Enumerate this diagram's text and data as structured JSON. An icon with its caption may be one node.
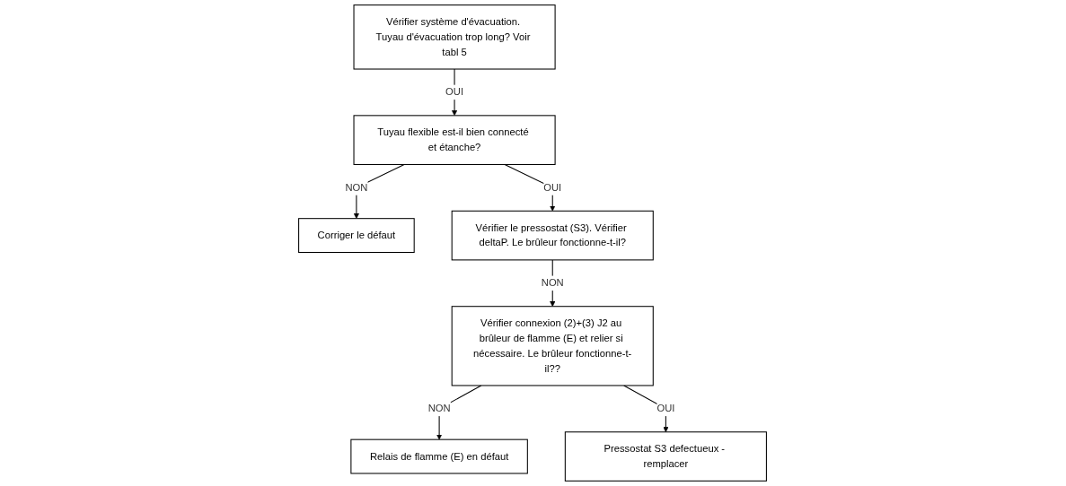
{
  "diagram": {
    "nodes": [
      {
        "text": [
          "Vérifier système d'évacuation. Tuyau d'évacuation trop long? Voir tabl 5"
        ]
      },
      {
        "text": [
          "Tuyau flexible est-il bien connecté et étanche?"
        ]
      },
      {
        "text": [
          "Corriger le défaut"
        ]
      },
      {
        "text": [
          "Vérifier le pressostat (S3). Vérifier deltaP. Le brûleur fonctionne-t-il?"
        ]
      },
      {
        "text": [
          "Vérifier connexion (2)+(3) J2 au brûleur de flamme (E) et relier si nécessaire. Le brûleur fonctionne-t-il??"
        ]
      },
      {
        "text": [
          "Relais de flamme (E) en défaut"
        ]
      },
      {
        "text": [
          "Pressostat S3 defectueux - remplacer"
        ]
      }
    ],
    "edges": [
      {
        "from": 0,
        "to": 1,
        "arrow": "to",
        "label": "OUI"
      },
      {
        "from": 1,
        "to": 2,
        "arrow": "to",
        "label": "NON"
      },
      {
        "from": 1,
        "to": 3,
        "arrow": "to",
        "label": "OUI"
      },
      {
        "from": 3,
        "to": 4,
        "arrow": "to",
        "label": "NON"
      },
      {
        "from": 4,
        "to": 5,
        "arrow": "to",
        "label": "NON"
      },
      {
        "from": 4,
        "to": 6,
        "arrow": "to",
        "label": "OUI"
      }
    ]
  }
}
